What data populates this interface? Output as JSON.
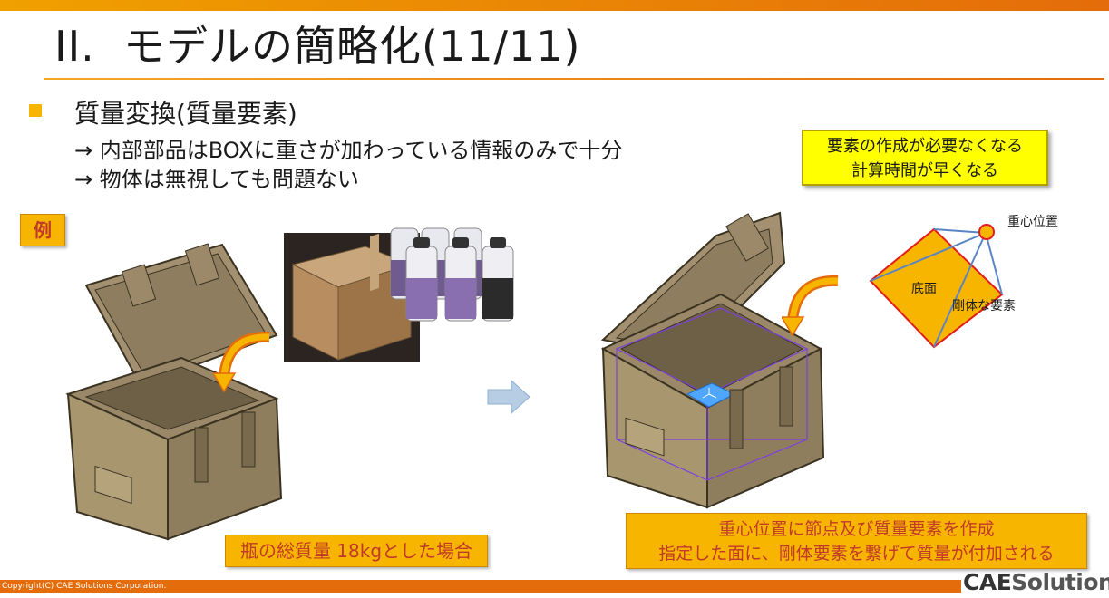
{
  "slide": {
    "title": "II.  モデルの簡略化(11/11)",
    "bullet": "質量変換(質量要素)",
    "lines": [
      "→ 内部部品はBOXに重さが加わっている情報のみで十分",
      "→ 物体は無視しても問題ない"
    ],
    "note": {
      "line1": "要素の作成が必要なくなる",
      "line2": "計算時間が早くなる"
    },
    "example_label": "例",
    "caption_left": "瓶の総質量 18kgとした場合",
    "caption_right": {
      "line1": "重心位置に節点及び質量要素を作成",
      "line2": "指定した面に、剛体要素を繋げて質量が付加される"
    },
    "diagram": {
      "cg_label": "重心位置",
      "face_label": "底面",
      "rigid_label": "剛体な要素"
    }
  },
  "footer": {
    "copyright": "Copyright(C) CAE Solutions Corporation.",
    "logo_prefix": "CAE",
    "logo_suffix": "Solutions"
  },
  "colors": {
    "accent_orange": "#e46c0a",
    "highlight_yellow": "#ffff00",
    "caption_orange": "#f7b500",
    "caption_text_red": "#c0392b"
  }
}
